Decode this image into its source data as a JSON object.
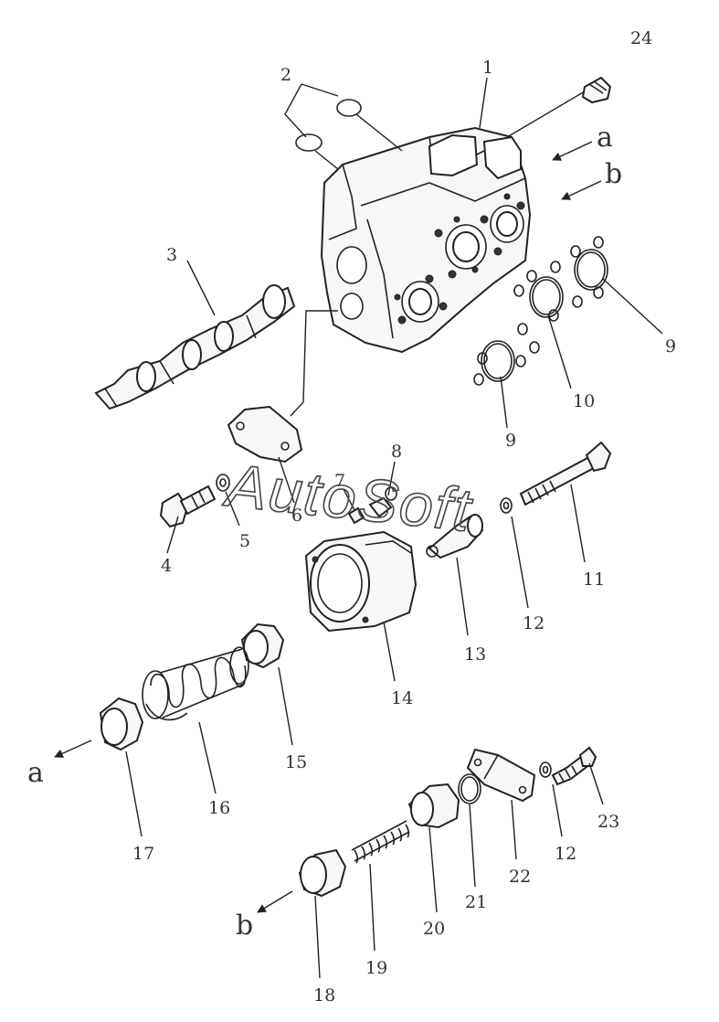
{
  "watermark": "AutoSoft",
  "callouts": [
    {
      "id": "1",
      "text": "1"
    },
    {
      "id": "2",
      "text": "2"
    },
    {
      "id": "3",
      "text": "3"
    },
    {
      "id": "4",
      "text": "4"
    },
    {
      "id": "5",
      "text": "5"
    },
    {
      "id": "6",
      "text": "6"
    },
    {
      "id": "7",
      "text": "7"
    },
    {
      "id": "8",
      "text": "8"
    },
    {
      "id": "9a",
      "text": "9"
    },
    {
      "id": "9b",
      "text": "9"
    },
    {
      "id": "10",
      "text": "10"
    },
    {
      "id": "11",
      "text": "11"
    },
    {
      "id": "12a",
      "text": "12"
    },
    {
      "id": "12b",
      "text": "12"
    },
    {
      "id": "13",
      "text": "13"
    },
    {
      "id": "14",
      "text": "14"
    },
    {
      "id": "15",
      "text": "15"
    },
    {
      "id": "16",
      "text": "16"
    },
    {
      "id": "17",
      "text": "17"
    },
    {
      "id": "18",
      "text": "18"
    },
    {
      "id": "19",
      "text": "19"
    },
    {
      "id": "20",
      "text": "20"
    },
    {
      "id": "21",
      "text": "21"
    },
    {
      "id": "22",
      "text": "22"
    },
    {
      "id": "23",
      "text": "23"
    },
    {
      "id": "24",
      "text": "24"
    }
  ],
  "flow_markers": [
    {
      "id": "a_top",
      "text": "a"
    },
    {
      "id": "b_top",
      "text": "b"
    },
    {
      "id": "a_bottom",
      "text": "a"
    },
    {
      "id": "b_bottom",
      "text": "b"
    }
  ]
}
